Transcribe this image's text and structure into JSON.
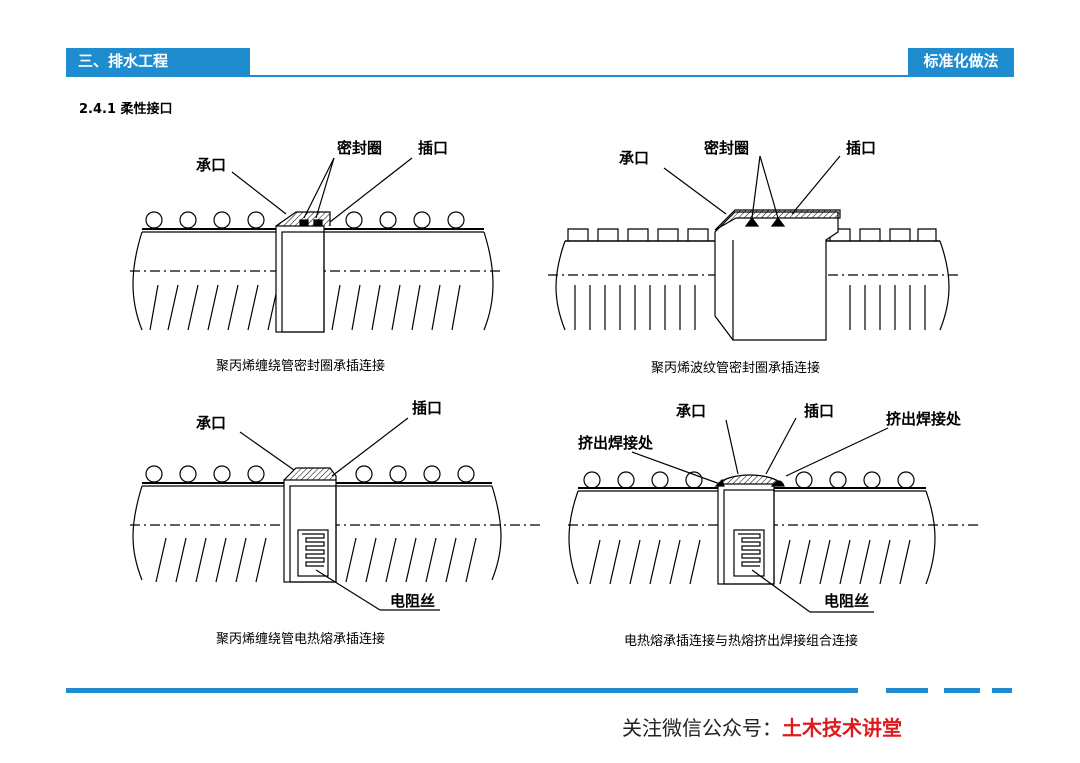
{
  "header": {
    "section": "三、排水工程",
    "category": "标准化做法"
  },
  "section_title": "2.4.1  柔性接口",
  "diagrams": [
    {
      "caption": "聚丙烯缠绕管密封圈承插连接",
      "labels": [
        "承口",
        "密封圈",
        "插口"
      ]
    },
    {
      "caption": "聚丙烯波纹管密封圈承插连接",
      "labels": [
        "承口",
        "密封圈",
        "插口"
      ]
    },
    {
      "caption": "聚丙烯缠绕管电热熔承插连接",
      "labels": [
        "承口",
        "插口",
        "电阻丝"
      ]
    },
    {
      "caption": "电热熔承插连接与热熔挤出焊接组合连接",
      "labels": [
        "承口",
        "插口",
        "挤出焊接处",
        "挤出焊接处",
        "电阻丝"
      ]
    }
  ],
  "footer": {
    "prefix": "关注微信公众号：",
    "brand": "土木技术讲堂"
  },
  "colors": {
    "accent": "#1f8ccf",
    "brand": "#e0191c"
  }
}
